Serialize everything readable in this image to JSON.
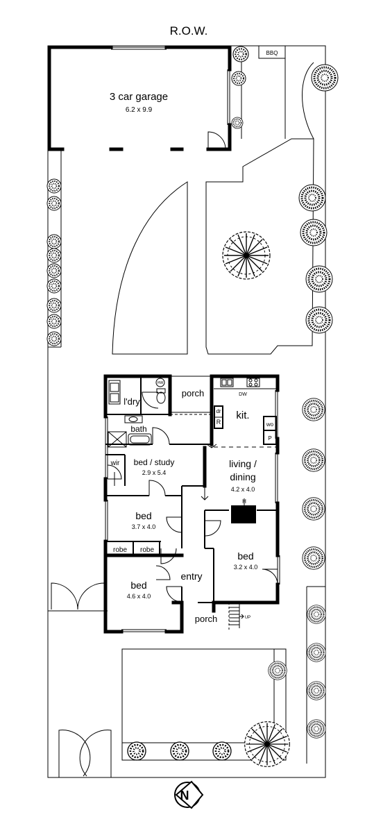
{
  "site": {
    "rear_access": "R.O.W."
  },
  "garage": {
    "name": "3 car garage",
    "size": "6.2 x 9.9"
  },
  "outdoor": {
    "bbq": "BBQ"
  },
  "rooms": {
    "laundry": "l'dry",
    "hot_water": "HW",
    "porch_rear": "porch",
    "bath": "bath",
    "kitchen": "kit.",
    "dishwasher": "DW",
    "fridge_recess": "R",
    "dryer": "dr",
    "wall_oven": "wo",
    "pantry": "P",
    "wir": "wir",
    "bed_study": "bed / study",
    "bed_study_size": "2.9 x 5.4",
    "living_dining": "living /",
    "living_dining_2": "dining",
    "living_dining_size": "4.2 x 4.0",
    "heater": "H",
    "bed2": "bed",
    "bed2_size": "3.7 x 4.0",
    "robe_a": "robe",
    "robe_b": "robe",
    "bed3": "bed",
    "bed3_size": "3.2 x 4.0",
    "entry": "entry",
    "bed1": "bed",
    "bed1_size": "4.6 x 4.0",
    "porch_front": "porch",
    "up": "UP"
  },
  "compass": {
    "north": "N"
  }
}
